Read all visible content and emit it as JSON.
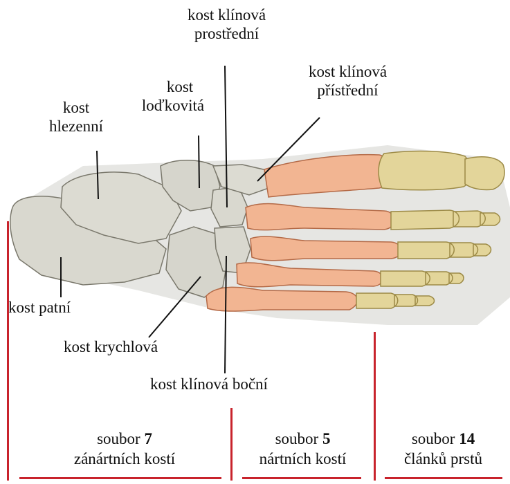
{
  "labels": {
    "talus": [
      "kost",
      "hlezenní"
    ],
    "navicular": [
      "kost",
      "loďkovitá"
    ],
    "intermediate_cuneiform": [
      "kost klínová",
      "prostřední"
    ],
    "medial_cuneiform": [
      "kost klínová",
      "přístřední"
    ],
    "calcaneus": "kost patní",
    "cuboid": "kost krychlová",
    "lateral_cuneiform": "kost klínová boční"
  },
  "groups": [
    {
      "word": "soubor",
      "number": "7",
      "description": "zánártních kostí"
    },
    {
      "word": "soubor",
      "number": "5",
      "description": "nártních kostí"
    },
    {
      "word": "soubor",
      "number": "14",
      "description": "článků prstů"
    }
  ],
  "colors": {
    "tarsal_bone": "#d9d8cf",
    "metatarsal_bone": "#f2b592",
    "phalanx_bone": "#e3d59a",
    "background_shadow": "#e6e6e3",
    "divider_red": "#c8232c",
    "leader_line": "#111111"
  }
}
